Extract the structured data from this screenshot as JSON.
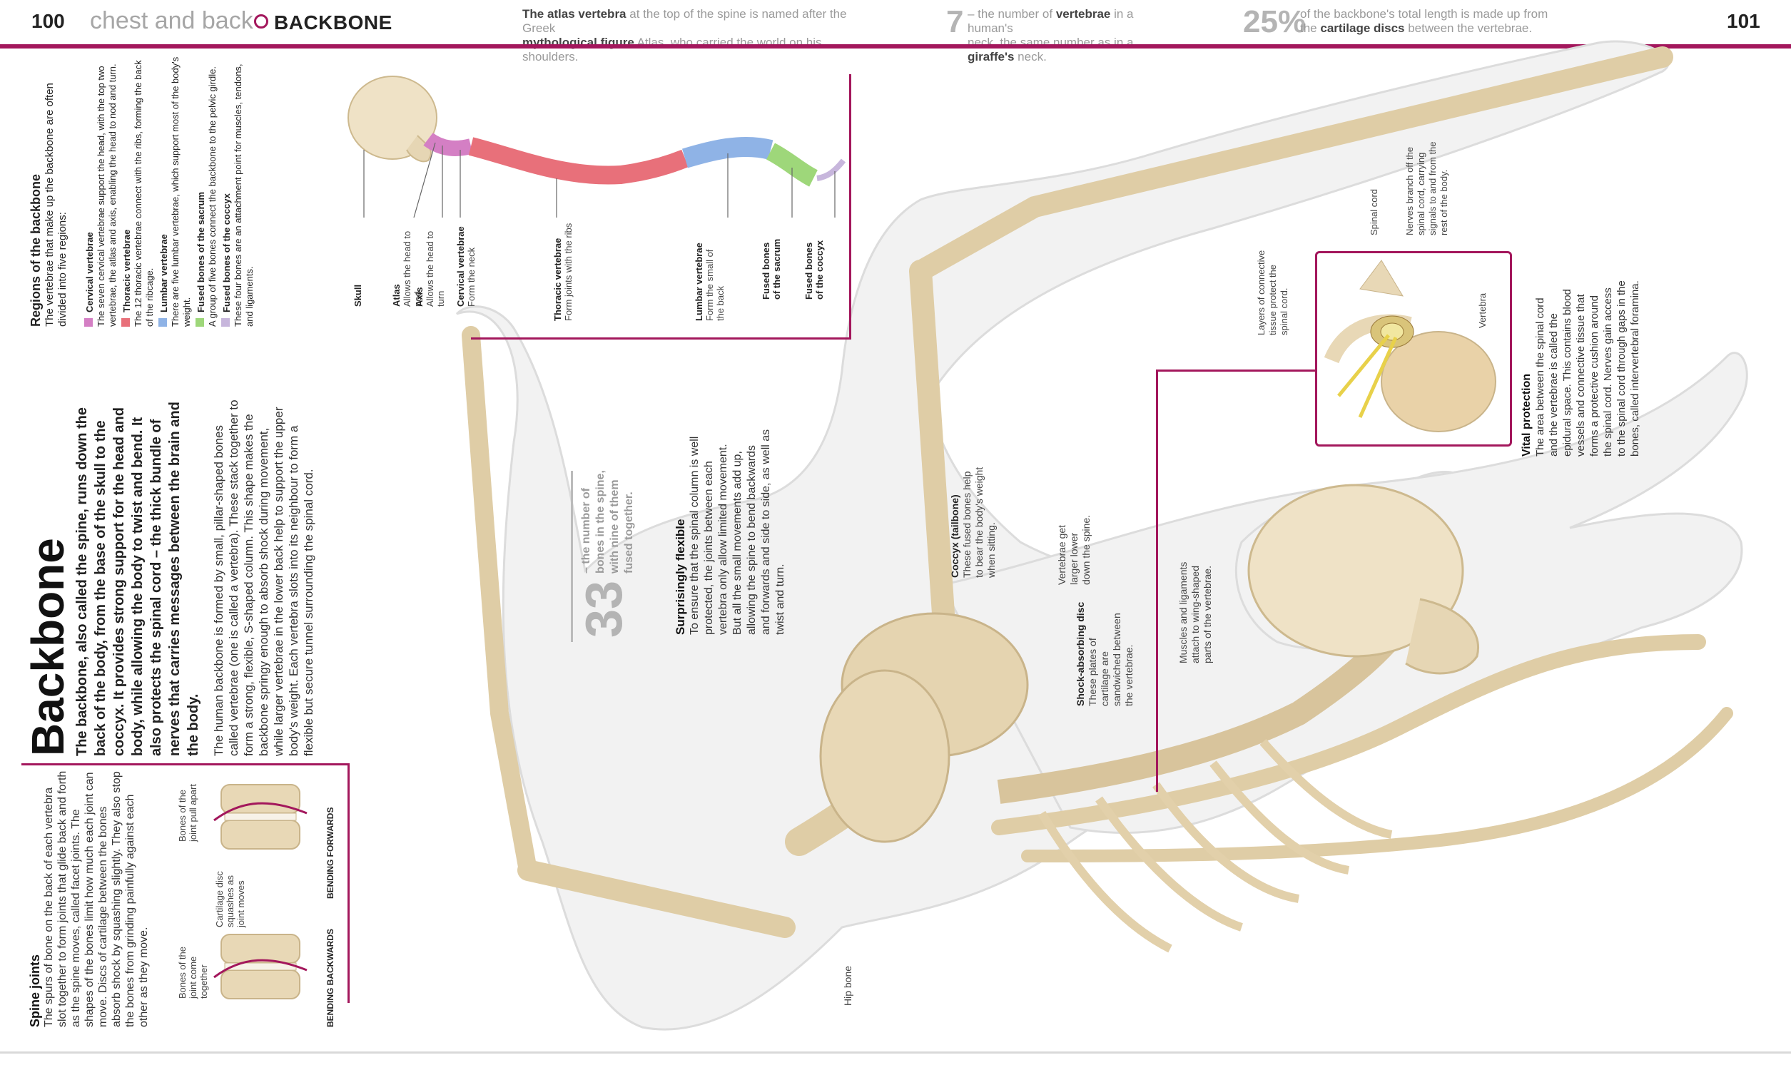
{
  "header": {
    "page_left": "100",
    "chapter": "chest and back",
    "section": "BACKBONE",
    "page_right": "101",
    "fact1_line1_b": "The atlas vertebra",
    "fact1_line1": " at the top of the spine is named after the Greek",
    "fact1_line2_b": "mythological figure",
    "fact1_line2": " Atlas, who carried the world on his shoulders.",
    "fact2_num": "7",
    "fact2_line1_a": "– the number of ",
    "fact2_line1_b": "vertebrae",
    "fact2_line1_c": " in a human's",
    "fact2_line2_a": "neck, the same number as in a ",
    "fact2_line2_b": "giraffe's",
    "fact2_line2_c": " neck.",
    "fact3_num": "25%",
    "fact3_line1": "of the backbone's total length is made up from",
    "fact3_line2_a": "the ",
    "fact3_line2_b": "cartilage discs",
    "fact3_line2_c": " between the vertebrae."
  },
  "main": {
    "title": "Backbone",
    "intro": "The backbone, also called the spine, runs down the back of the body, from the base of the skull to the coccyx. It provides strong support for the head and body, while allowing the body to twist and bend. It also protects the spinal cord – the thick bundle of nerves that carries messages between the brain and the body.",
    "body": "The human backbone is formed by small, pillar-shaped bones called vertebrae (one is called a vertebra). These stack together to form a strong, flexible, S-shaped column. This shape makes the backbone springy enough to absorb shock during movement, while larger vertebrae in the lower back help to support the upper body's weight. Each vertebra slots into its neighbour to form a flexible but secure tunnel surrounding the spinal cord."
  },
  "regions": {
    "title": "Regions of the backbone",
    "subtitle": "The vertebrae that make up the backbone are often divided into five regions:",
    "items": [
      {
        "name": "Cervical vertebrae",
        "text": "The seven cervical vertebrae support the head, with the top two vertebrae, the atlas and axis, enabling the head to nod and turn.",
        "color": "#d47fc4"
      },
      {
        "name": "Thoracic vertebrae",
        "text": "The 12 thoracic vertebrae connect with the ribs, forming the back of the ribcage.",
        "color": "#e8707a"
      },
      {
        "name": "Lumbar vertebrae",
        "text": "There are five lumbar vertebrae, which support most of the body's weight.",
        "color": "#8fb3e6"
      },
      {
        "name": "Fused bones of the sacrum",
        "text": "A group of five bones connect the backbone to the pelvic girdle.",
        "color": "#9ed77a"
      },
      {
        "name": "Fused bones of the coccyx",
        "text": "These four bones are an attachment point for muscles, tendons, and ligaments.",
        "color": "#c7b6dc"
      }
    ]
  },
  "spine_labels": {
    "skull": "Skull",
    "atlas": "Atlas",
    "atlas_desc": "Allows the head to nod",
    "axis": "Axis",
    "axis_desc": "Allows the head to turn",
    "cervical": "Cervical vertebrae",
    "cervical_desc": "Form the neck",
    "thoracic": "Thoracic vertebrae",
    "thoracic_desc": "Form joints with the ribs",
    "lumbar": "Lumbar vertebrae",
    "lumbar_desc": "Form the small of the back",
    "sacrum": "Fused bones of the sacrum",
    "coccyx": "Fused bones of the coccyx"
  },
  "stat33": {
    "num": "33",
    "text": "– the number of bones in the spine, with nine of them fused together."
  },
  "flexible": {
    "title": "Surprisingly flexible",
    "text": "To ensure that the spinal column is well protected, the joints between each vertebra only allow limited movement. But all the small movements add up, allowing the spine to bend backwards and forwards and side to side, as well as twist and turn."
  },
  "joints": {
    "title": "Spine joints",
    "text": "The spurs of bone on the back of each vertebra slot together to form joints that glide back and forth as the spine moves, called facet joints. The shapes of the bones limit how much each joint can move. Discs of cartilage between the bones absorb shock by squashing slightly. They also stop the bones from grinding painfully against each other as they move.",
    "come_together": "Bones of the joint come together",
    "squashes": "Cartilage disc squashes as joint moves",
    "pull_apart": "Bones of the joint pull apart",
    "bending_backwards": "BENDING BACKWARDS",
    "bending_forwards": "BENDING FORWARDS"
  },
  "figure_labels": {
    "coccyx_title": "Coccyx (tailbone)",
    "coccyx_text": "These fused bones help to bear the body's weight when sitting.",
    "vert_larger": "Vertebrae get larger lower down the spine.",
    "disc_title": "Shock-absorbing disc",
    "disc_text": "These plates of cartilage are sandwiched between the vertebrae.",
    "muscles": "Muscles and ligaments attach to wing-shaped parts of the vertebrae.",
    "hip": "Hip bone",
    "layers": "Layers of connective tissue protect the spinal cord.",
    "spinal_cord": "Spinal cord",
    "nerves": "Nerves branch off the spinal cord, carrying signals to and from the rest of the body.",
    "vertebra": "Vertebra",
    "vital_title": "Vital protection",
    "vital_text": "The area between the spinal cord and the vertebrae is called the epidural space. This contains blood vessels and connective tissue that forms a protective cushion around the spinal cord. Nerves gain access to the spinal cord through gaps in the bones, called intervertebral foramina."
  },
  "colors": {
    "accent": "#a3175c",
    "bone": "#e9dcc0",
    "body": "#efefef"
  }
}
